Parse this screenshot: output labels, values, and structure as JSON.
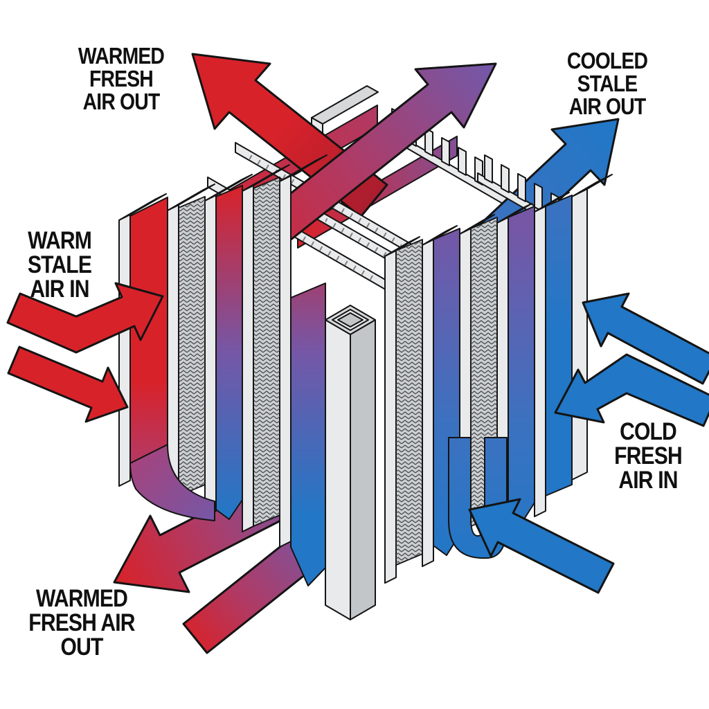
{
  "diagram": {
    "description": "Isometric cutaway diagram of a counter-flow air-to-air heat exchanger core with plates, corrugated fins and color-coded airflow ribbons"
  },
  "labels": {
    "warmed_fresh_air_out_top": {
      "lines": [
        "WARMED",
        "FRESH",
        "AIR OUT"
      ]
    },
    "cooled_stale_air_out": {
      "lines": [
        "COOLED",
        "STALE",
        "AIR OUT"
      ]
    },
    "warm_stale_air_in": {
      "lines": [
        "WARM",
        "STALE",
        "AIR IN"
      ]
    },
    "cold_fresh_air_in": {
      "lines": [
        "COLD",
        "FRESH",
        "AIR IN"
      ]
    },
    "warmed_fresh_air_out_bottom": {
      "lines": [
        "WARMED",
        "FRESH AIR",
        "OUT"
      ]
    }
  },
  "arrows": [
    {
      "name": "warmed-fresh-air-out-top-arrow",
      "color_key": "warm_red",
      "direction": "up-left, exiting core"
    },
    {
      "name": "stale-air-warm-to-cool-arrow",
      "color_key": "gradient warm_red to transition_purple",
      "direction": "up-right, exiting core"
    },
    {
      "name": "cooled-stale-air-out-arrow",
      "color_key": "cool_blue",
      "direction": "up-right, exiting core"
    },
    {
      "name": "warm-stale-air-in-arrow-upper",
      "color_key": "warm_red",
      "direction": "bent right into core"
    },
    {
      "name": "warm-stale-air-in-arrow-lower",
      "color_key": "warm_red",
      "direction": "down-right into core"
    },
    {
      "name": "cold-fresh-air-in-arrow-upper",
      "color_key": "cool_blue",
      "direction": "up-left into core"
    },
    {
      "name": "cold-fresh-air-in-arrow-lower",
      "color_key": "cool_blue",
      "direction": "bent down-left into core"
    },
    {
      "name": "cold-fresh-air-in-arrow-bottom",
      "color_key": "cool_blue",
      "direction": "up-left into core bottom"
    },
    {
      "name": "warmed-fresh-air-out-bottom-arrow",
      "color_key": "gradient transition_purple to warm_red",
      "direction": "down-left, exiting core"
    },
    {
      "name": "warmed-fresh-air-out-bottom-ribbon",
      "color_key": "gradient transition_purple to warm_red",
      "direction": "down-left, flat-cut end"
    }
  ],
  "colors": {
    "warm_red": "#d8222a",
    "warm_red_dark": "#a81d2e",
    "cool_blue": "#2277c6",
    "transition_purple": "#7557a6",
    "blend_crimson": "#b03a64",
    "blend_magenta": "#a4447e",
    "blend_blue": "#3b72c0",
    "plate_light": "#e9eaeb",
    "plate_mid": "#d6d8da",
    "plate_dark": "#c3c6c9",
    "fin_gray": "#cdd0d3",
    "outline": "#141414",
    "background": "#ffffff",
    "text": "#101010"
  }
}
